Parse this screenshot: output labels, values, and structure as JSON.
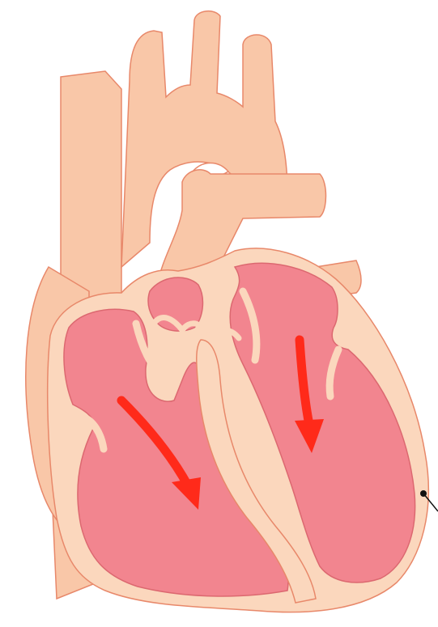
{
  "diagram": {
    "subject": "heart-cross-section",
    "colors": {
      "background": "#ffffff",
      "tissue": "#f9c7a8",
      "tissue_outline": "#e8886a",
      "chamber": "#f2858f",
      "chamber_outline": "#dc6870",
      "septum": "#fbd7bd",
      "arrow": "#ff2a1a",
      "pointer_line": "#111111"
    },
    "blood_flow_arrows": [
      {
        "chamber": "left-side-of-image",
        "direction": "down-right"
      },
      {
        "chamber": "right-side-of-image",
        "direction": "down"
      }
    ]
  }
}
